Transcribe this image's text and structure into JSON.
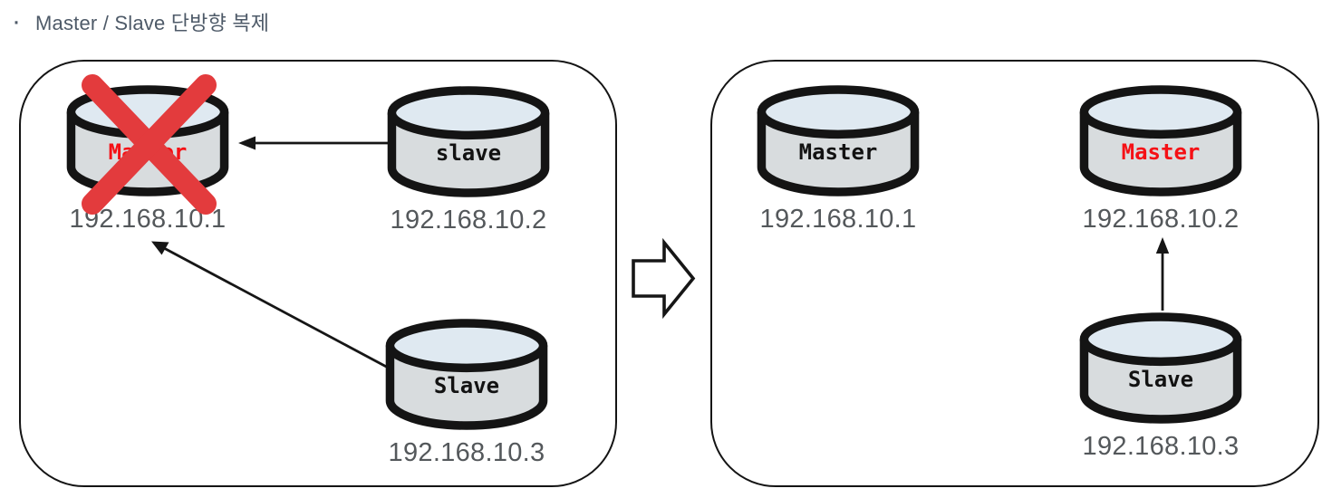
{
  "title": {
    "bullet": "·",
    "text": "Master / Slave 단방향 복제"
  },
  "colors": {
    "title_color": "#4e5a68",
    "ip_gray": "#54585b",
    "label_black": "#121212",
    "label_red": "#f51015",
    "cross_red": "#e33b3d",
    "cyl_body": "#d8dcde",
    "cyl_top": "#dfe9f1",
    "outline": "#141414"
  },
  "panels": {
    "before": {
      "name": "failure-state",
      "nodes": [
        {
          "label": "Master",
          "ip": "192.168.10.1",
          "crossed_out": true,
          "label_red": true
        },
        {
          "label": "slave",
          "ip": "192.168.10.2",
          "crossed_out": false,
          "label_red": false
        },
        {
          "label": "Slave",
          "ip": "192.168.10.3",
          "crossed_out": false,
          "label_red": false
        }
      ]
    },
    "after": {
      "name": "failover-state",
      "nodes": [
        {
          "label": "Master",
          "ip": "192.168.10.1",
          "crossed_out": false,
          "label_red": false
        },
        {
          "label": "Master",
          "ip": "192.168.10.2",
          "crossed_out": false,
          "label_red": true
        },
        {
          "label": "Slave",
          "ip": "192.168.10.3",
          "crossed_out": false,
          "label_red": false
        }
      ]
    }
  },
  "replication_arrows": {
    "before": [
      {
        "from": "192.168.10.2",
        "to": "192.168.10.1"
      },
      {
        "from": "192.168.10.3",
        "to": "192.168.10.1"
      }
    ],
    "after": [
      {
        "from": "192.168.10.3",
        "to": "192.168.10.2"
      }
    ]
  },
  "transition": {
    "direction": "right"
  }
}
